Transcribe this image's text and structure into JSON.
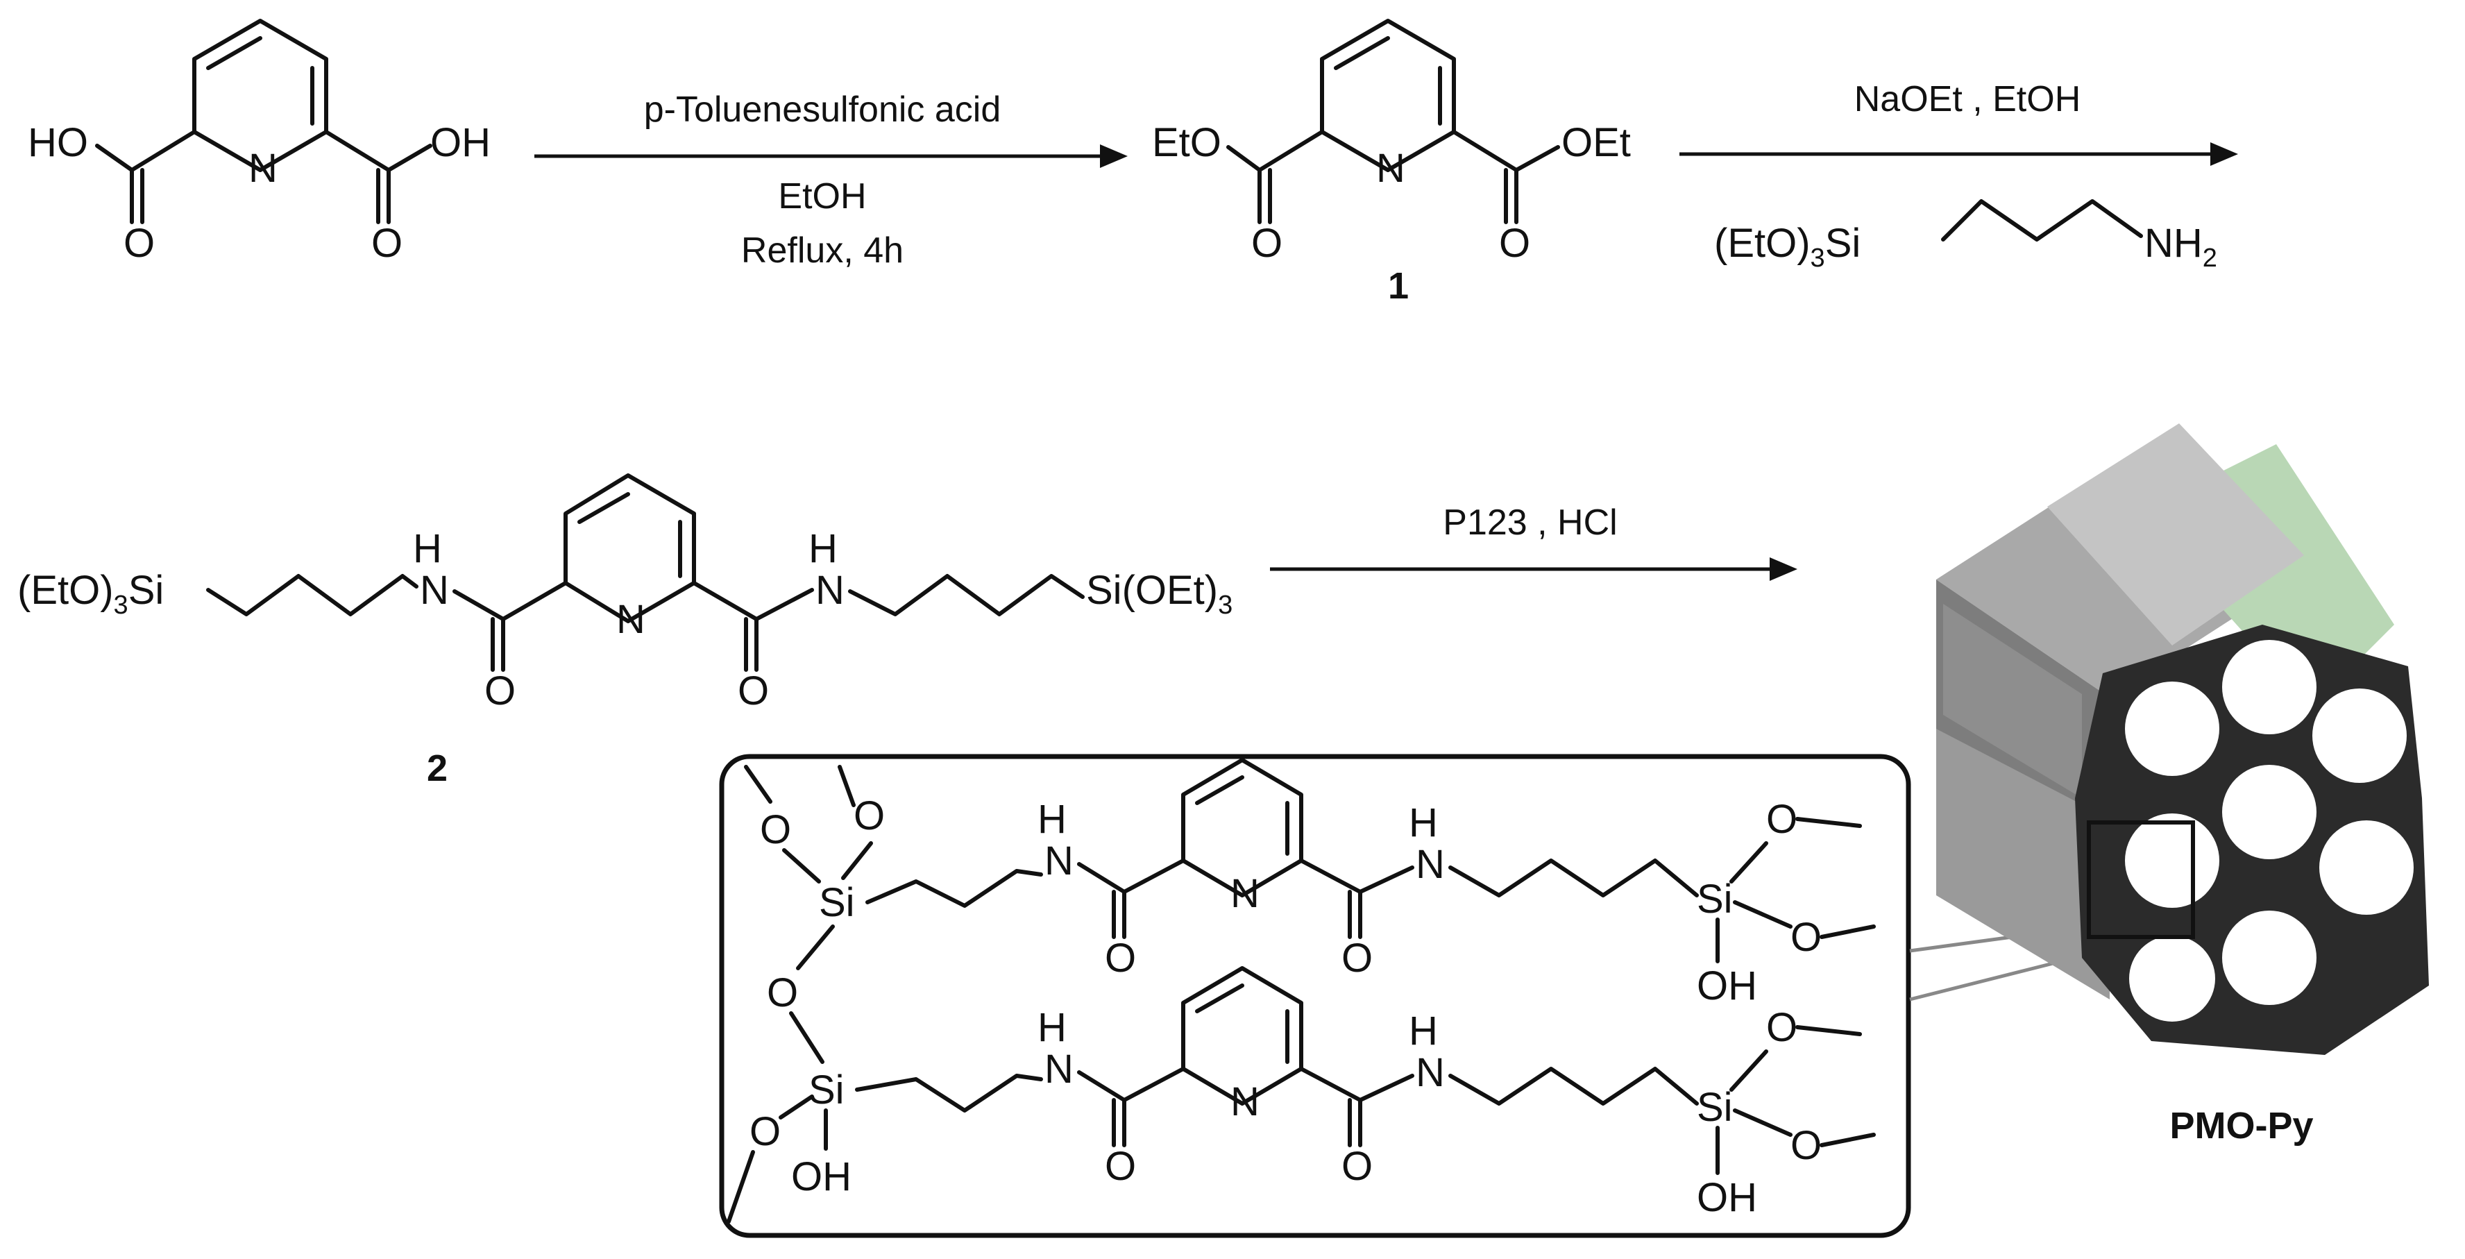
{
  "scheme": {
    "atoms": {
      "ho": "HO",
      "oh": "OH",
      "n": "N",
      "o": "O",
      "h": "H",
      "si": "Si",
      "eto": "EtO",
      "oet": "OEt",
      "eto3si_pre": "(EtO)",
      "eto3si_sub": "3",
      "eto3si_post": "Si",
      "sioet3_pre": "Si(OEt)",
      "sioet3_sub": "3",
      "nh2_pre": "NH",
      "nh2_sub": "2"
    },
    "step1": {
      "reagent": "p-Toluenesulfonic acid",
      "solvent": "EtOH",
      "conditions": "Reflux, 4h"
    },
    "step2": {
      "reagent": "NaOEt , EtOH"
    },
    "step3": {
      "reagent": "P123 , HCl"
    },
    "compounds": {
      "c1": "1",
      "c2": "2",
      "product": "PMO-Py"
    }
  },
  "colors": {
    "ink": "#111111",
    "pore_face": "#2b2b2b",
    "prism_side": "#8a8a8a",
    "prism_top": "#b7b7b7",
    "prism_green": "#b9d7b5",
    "inset_border": "#111111"
  }
}
